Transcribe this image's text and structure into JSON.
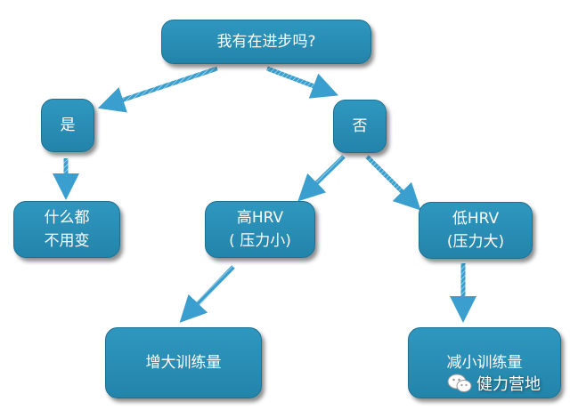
{
  "nodes": {
    "root": "我有在进步吗?",
    "yes": "是",
    "no": "否",
    "nothing_line1": "什么都",
    "nothing_line2": "不用变",
    "high_line1": "高HRV",
    "high_line2": "(  压力小)",
    "low_line1": "低HRV",
    "low_line2": "(压力大)",
    "increase": "增大训练量",
    "decrease": "减小训练量"
  },
  "watermark": {
    "text": "健力营地",
    "icon": "wechat-icon"
  },
  "colors": {
    "node_fill": "#2a8fb8",
    "node_border": "#1c6f90",
    "arrow": "#3a9fce",
    "text": "#ffffff"
  }
}
